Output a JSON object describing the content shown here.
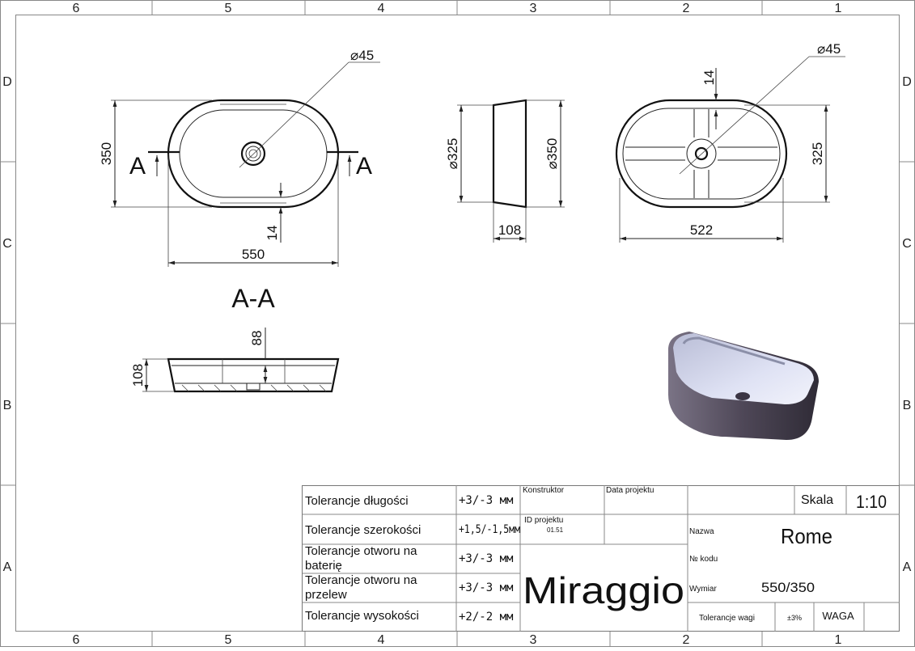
{
  "frame": {
    "columns": [
      "6",
      "5",
      "4",
      "3",
      "2",
      "1"
    ],
    "rows": [
      "D",
      "C",
      "B",
      "A"
    ]
  },
  "views": {
    "top": {
      "hole_dia": "45",
      "height": "350",
      "length": "550",
      "wall": "14",
      "section_letter": "A"
    },
    "side": {
      "dia_top": "325",
      "dia_bottom": "350",
      "depth": "108"
    },
    "bottom": {
      "hole_dia": "45",
      "wall": "14",
      "width": "325",
      "length": "522"
    },
    "section": {
      "title": "A-A",
      "inner_depth": "88",
      "height": "108"
    }
  },
  "title_block": {
    "tolerances": [
      {
        "label_lines": [
          "Tolerancje długości"
        ],
        "value": "+3/-3 мм"
      },
      {
        "label_lines": [
          "Tolerancje szerokości"
        ],
        "value": "+1,5/-1,5мм"
      },
      {
        "label_lines": [
          "Tolerancje otworu na",
          "baterię"
        ],
        "value": "+3/-3 мм"
      },
      {
        "label_lines": [
          "Tolerancje otworu na",
          "przelew"
        ],
        "value": "+3/-3 мм"
      },
      {
        "label_lines": [
          "Tolerancje wysokości"
        ],
        "value": "+2/-2 мм"
      }
    ],
    "konstruktor_label": "Konstruktor",
    "data_projektu_label": "Data projektu",
    "id_projektu_label": "ID projektu",
    "id_projektu_value": "01.51",
    "brand": "Miraggio",
    "skala_label": "Skala",
    "skala_value": "1:10",
    "nazwa_label": "Nazwa",
    "nazwa_value": "Rome",
    "nr_kodu_label": "№ kodu",
    "wymiar_label": "Wymiar",
    "wymiar_value": "550/350",
    "tol_wagi_label": "Tolerancje wagi",
    "tol_wagi_value": "±3%",
    "waga_label": "WAGA"
  },
  "colors": {
    "basin_outer": "#5f5868",
    "basin_inner": "#d8dcf0"
  }
}
